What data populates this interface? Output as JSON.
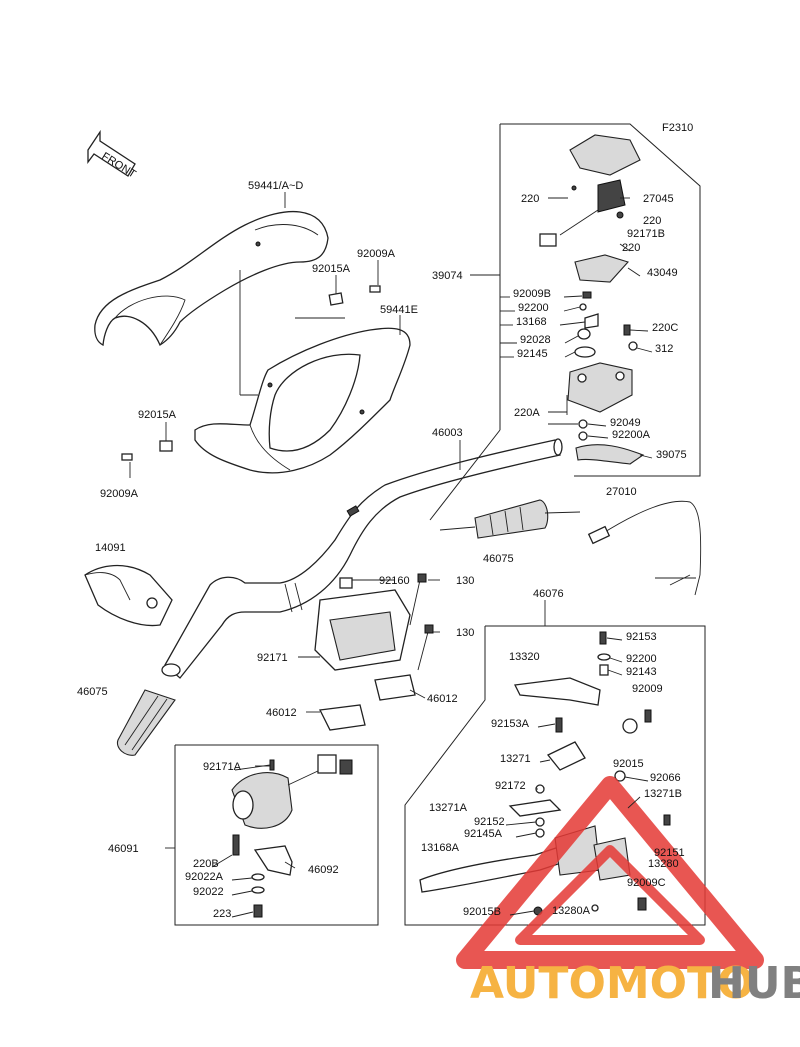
{
  "diagram": {
    "code": "F2310",
    "front_label": "FRONT"
  },
  "labels": {
    "l59441AD": "59441/A~D",
    "l92009A_top": "92009A",
    "l92015A_top": "92015A",
    "l59441E": "59441E",
    "l92015A_left": "92015A",
    "l92009A_left": "92009A",
    "l46003": "46003",
    "l39074": "39074",
    "l220_a": "220",
    "l27045": "27045",
    "l220_b": "220",
    "l92171B": "92171B",
    "l220_c": "220",
    "l43049": "43049",
    "l92009B": "92009B",
    "l92200": "92200",
    "l13168": "13168",
    "l220C": "220C",
    "l92028": "92028",
    "l312": "312",
    "l92145": "92145",
    "l220A": "220A",
    "l92049": "92049",
    "l92200A": "92200A",
    "l39075": "39075",
    "l27010": "27010",
    "l46075_mid": "46075",
    "l14091": "14091",
    "l92160": "92160",
    "l130_a": "130",
    "l130_b": "130",
    "l92171": "92171",
    "l46012_a": "46012",
    "l46012_b": "46012",
    "l46075_left": "46075",
    "l46076": "46076",
    "l13320": "13320",
    "l92153": "92153",
    "l92200_r": "92200",
    "l92143": "92143",
    "l92009": "92009",
    "l92153A": "92153A",
    "l13271": "13271",
    "l92015": "92015",
    "l92172": "92172",
    "l92066": "92066",
    "l13271B": "13271B",
    "l13271A": "13271A",
    "l92152": "92152",
    "l92145A": "92145A",
    "l13168A": "13168A",
    "l92151": "92151",
    "l13280": "13280",
    "l92009C": "92009C",
    "l92015B": "92015B",
    "l13280A": "13280A",
    "l92171A": "92171A",
    "l46091": "46091",
    "l220B": "220B",
    "l46092": "46092",
    "l92022A": "92022A",
    "l92022": "92022",
    "l223": "223"
  },
  "watermark": {
    "part1": "AUTOMOTO",
    "part2": "HUB",
    "color_orange": "#f5a623",
    "color_gray": "#6b6b6b",
    "color_red": "#e53935"
  }
}
